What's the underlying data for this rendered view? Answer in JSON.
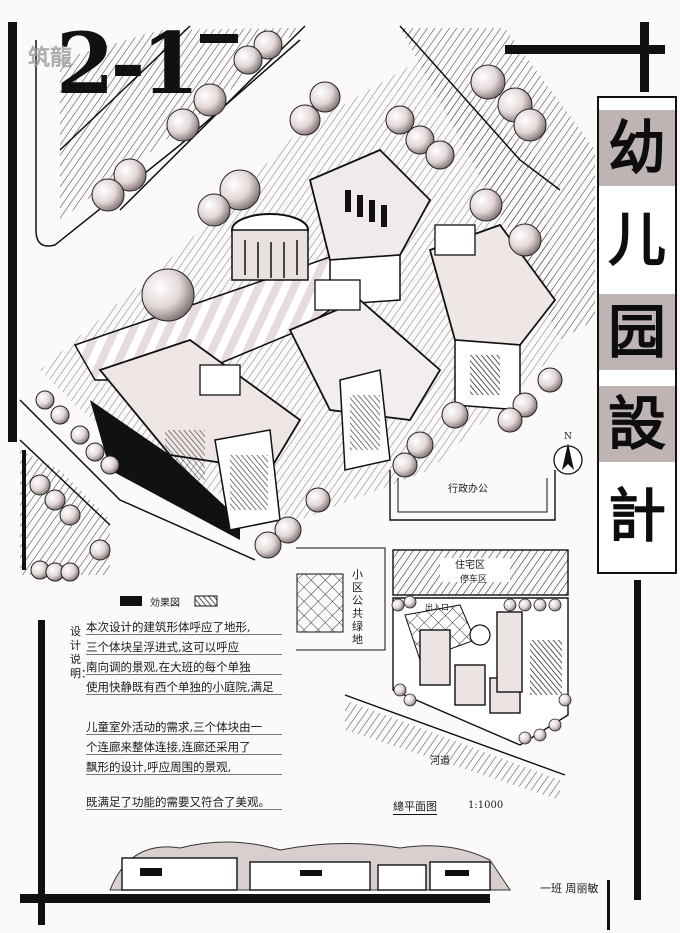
{
  "title_chars": [
    "幼",
    "儿",
    "园",
    "設",
    "計"
  ],
  "drawing_number": "2-1",
  "watermark_logo": "筑龍",
  "labels": {
    "perspective": "効果図",
    "north": "N",
    "admin_office": "行政办公",
    "community_park": "小区公共绿地",
    "site_plan": "總平面图",
    "scale": "1:1000",
    "residential_north": "住宅区",
    "parking": "停车区",
    "entrance": "出入口",
    "river": "河道",
    "signature": "一班 周丽敏"
  },
  "description": {
    "heading": "设计说明：",
    "lines": [
      "本次设计的建筑形体呼应了地形,",
      "三个体块呈浮进式,这可以呼应",
      "南向调的景观,在大班的每个单独",
      "使用快静既有西个单独的小庭院,满足",
      "儿童室外活动的需求,三个体块由一",
      "个连廊来整体连接,连廊还采用了",
      "飘形的设计,呼应周围的景观,",
      "既满足了功能的需要又符合了美观。"
    ]
  }
}
